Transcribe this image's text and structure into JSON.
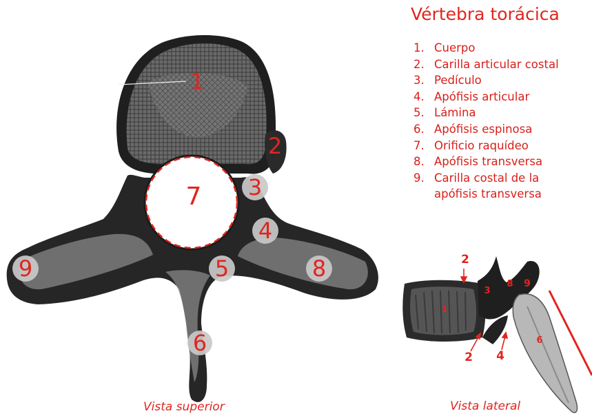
{
  "title": "Vértebra torácica",
  "legend": [
    {
      "num": "1.",
      "text": "Cuerpo"
    },
    {
      "num": "2.",
      "text": "Carilla articular costal"
    },
    {
      "num": "3.",
      "text": "Pedículo"
    },
    {
      "num": "4.",
      "text": "Apófisis articular"
    },
    {
      "num": "5.",
      "text": "Lámina"
    },
    {
      "num": "6.",
      "text": "Apófisis espinosa"
    },
    {
      "num": "7.",
      "text": "Orificio raquídeo"
    },
    {
      "num": "8.",
      "text": "Apófisis transversa"
    },
    {
      "num": "9.",
      "text": "Carilla  costal de la",
      "text2": "apófisis transversa"
    }
  ],
  "superior_labels": [
    "1",
    "2",
    "3",
    "4",
    "5",
    "6",
    "7",
    "8",
    "9"
  ],
  "lateral_labels": [
    "2",
    "3",
    "8",
    "9",
    "1",
    "6",
    "2",
    "4"
  ],
  "captions": {
    "superior": "Vista superior",
    "lateral": "Vista lateral"
  },
  "colors": {
    "accent": "#e0251f",
    "marker_bg": "#c9c9c9",
    "bone_dark": "#222222",
    "bone_light": "#8a8a8a"
  }
}
